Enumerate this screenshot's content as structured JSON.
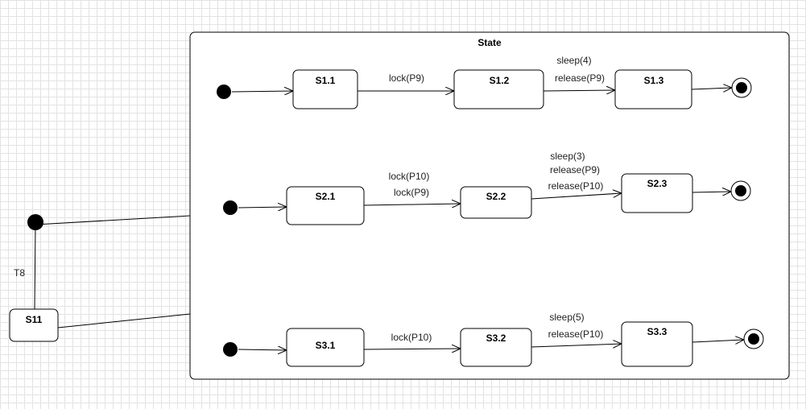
{
  "diagram": {
    "colors": {
      "stroke": "#000000",
      "fill": "#ffffff",
      "grid": "#e3e3e3"
    },
    "composite": {
      "title": "State"
    },
    "outside": {
      "state": "S11",
      "transition_label": "T8"
    },
    "regions": [
      {
        "states": [
          "S1.1",
          "S1.2",
          "S1.3"
        ],
        "transitions": [
          {
            "lines": [
              "lock(P9)"
            ]
          },
          {
            "lines": [
              "sleep(4)",
              "release(P9)"
            ]
          }
        ]
      },
      {
        "states": [
          "S2.1",
          "S2.2",
          "S2.3"
        ],
        "transitions": [
          {
            "lines": [
              "lock(P10)",
              "lock(P9)"
            ]
          },
          {
            "lines": [
              "sleep(3)",
              "release(P9)",
              "release(P10)"
            ]
          }
        ]
      },
      {
        "states": [
          "S3.1",
          "S3.2",
          "S3.3"
        ],
        "transitions": [
          {
            "lines": [
              "lock(P10)"
            ]
          },
          {
            "lines": [
              "sleep(5)",
              "release(P10)"
            ]
          }
        ]
      }
    ]
  }
}
